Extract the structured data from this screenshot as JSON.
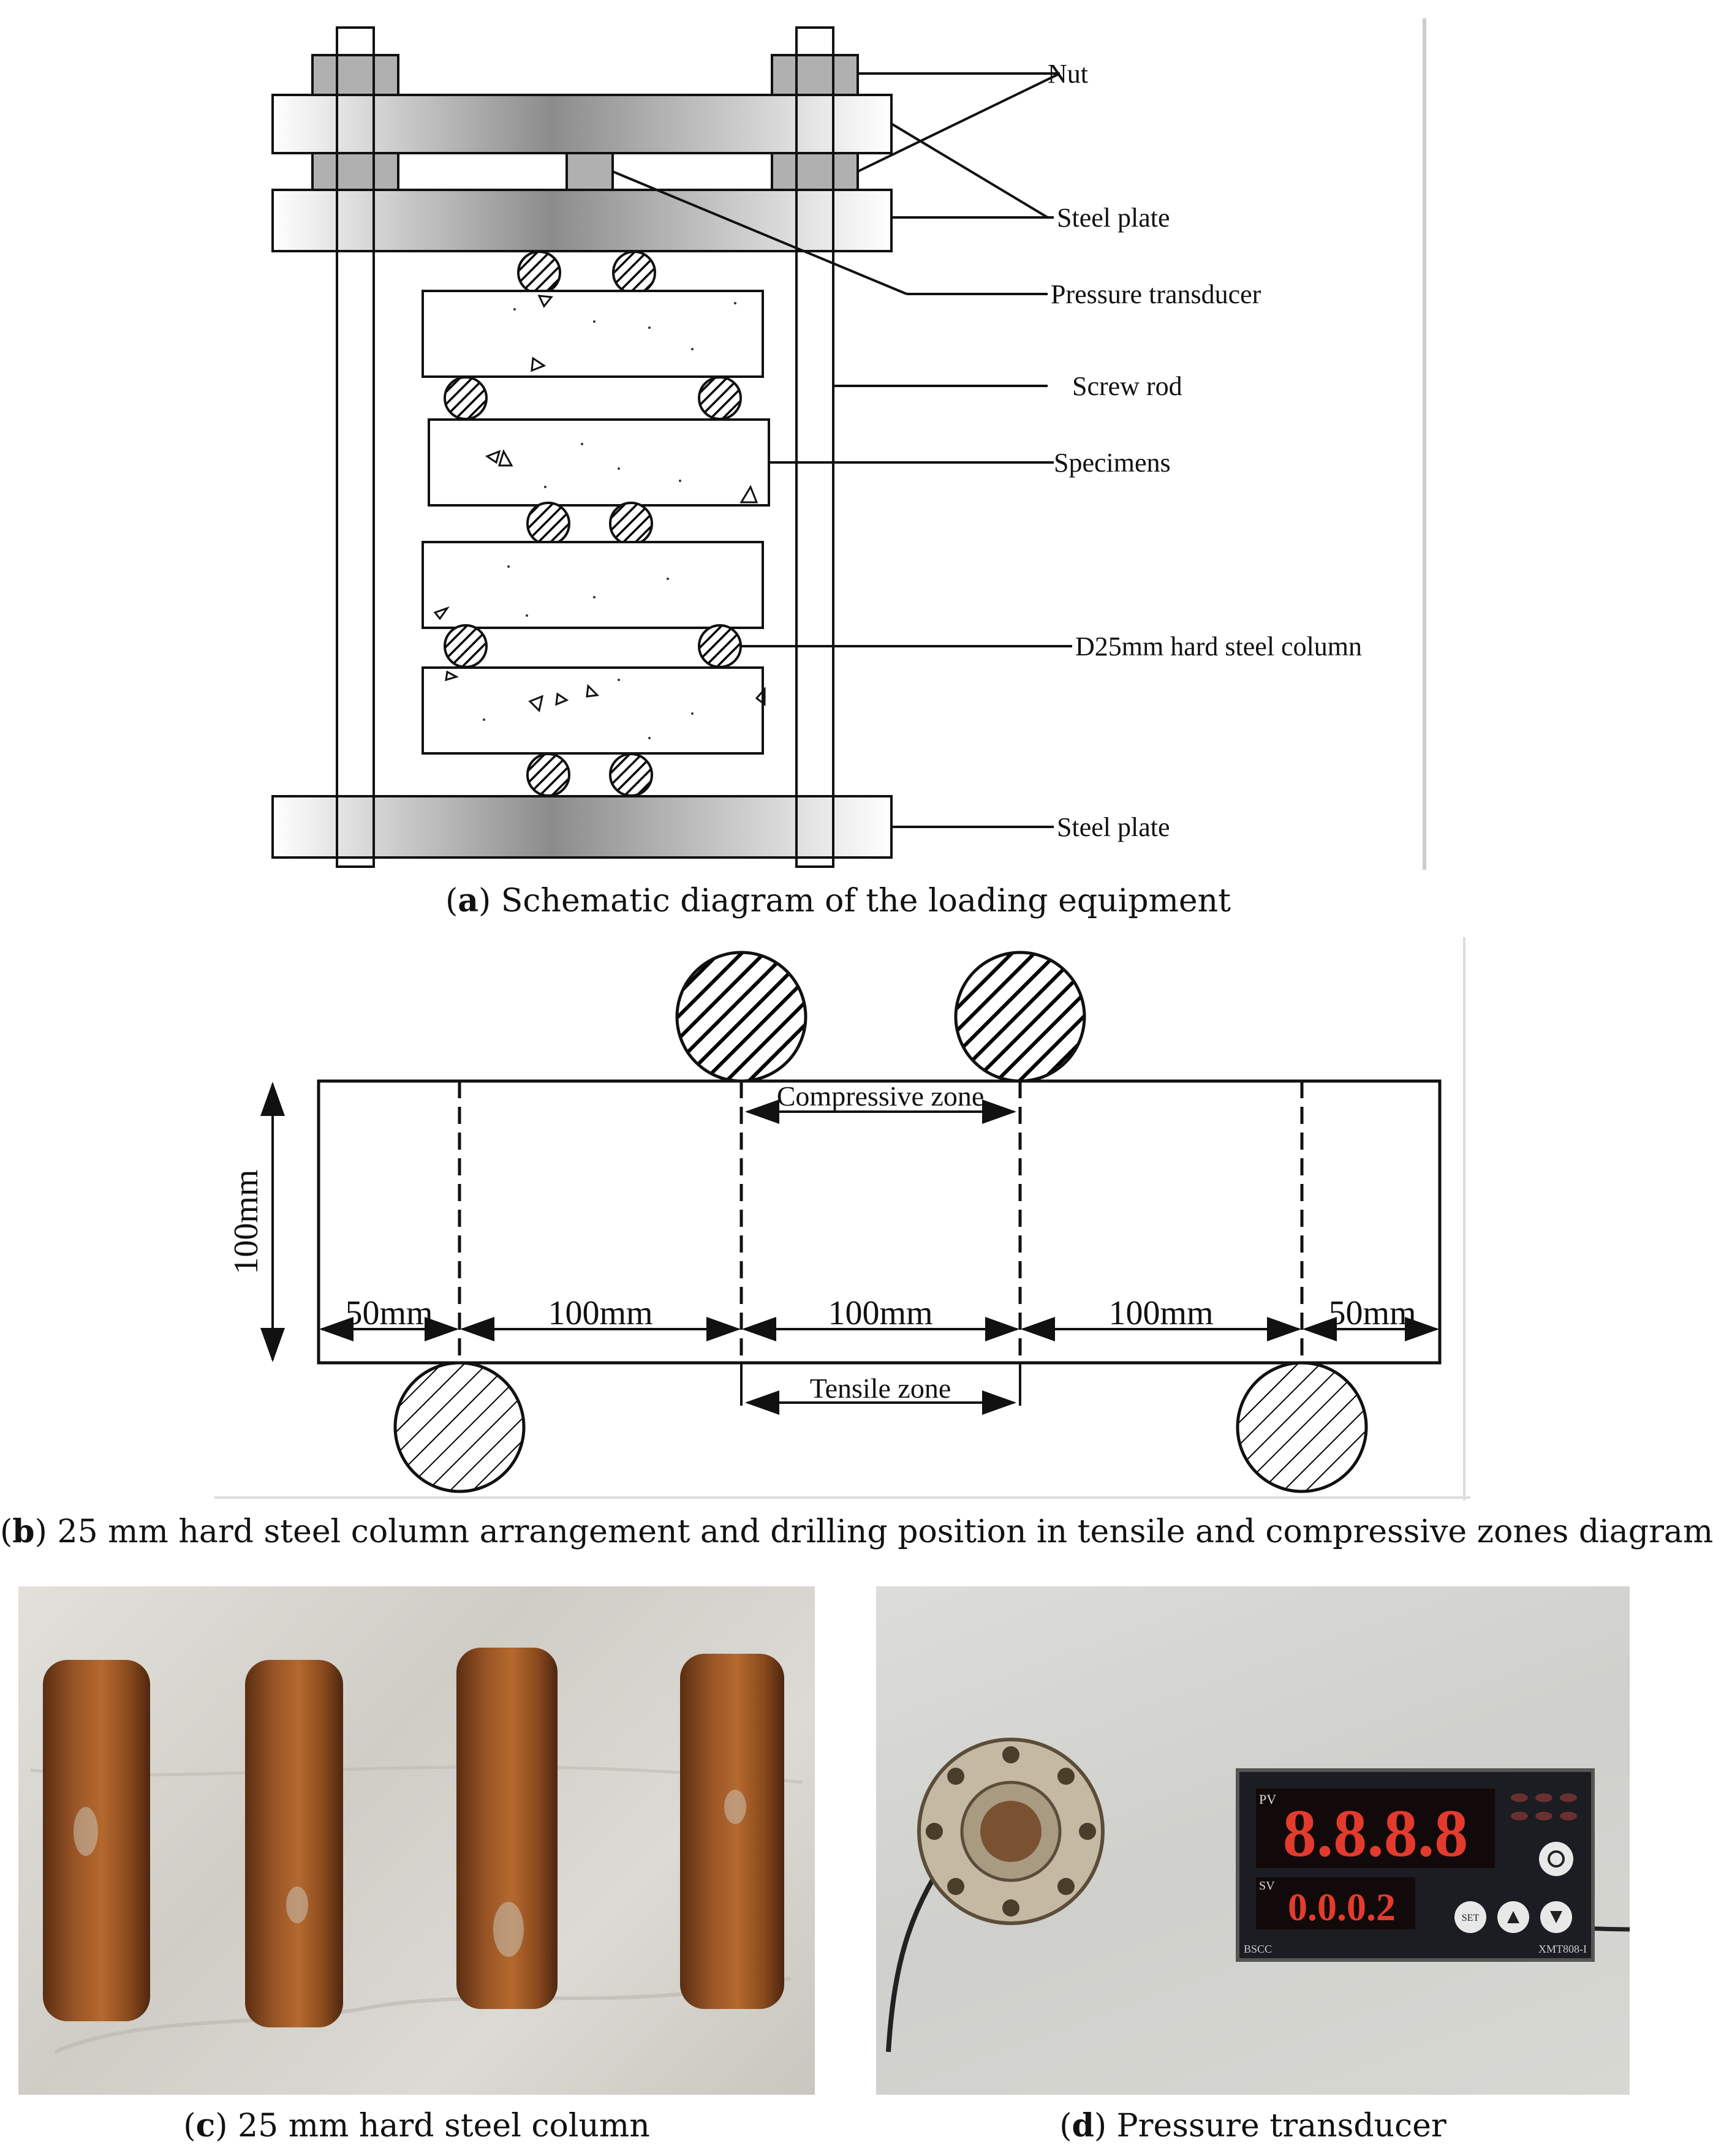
{
  "panel_a": {
    "labels": {
      "nut": "Nut",
      "steel_plate_top": "Steel plate",
      "pressure_transducer": "Pressure transducer",
      "screw_rod": "Screw rod",
      "specimens": "Specimens",
      "steel_column": "D25mm hard steel column",
      "steel_plate_bottom": "Steel plate"
    },
    "caption_letter": "a",
    "caption_text": " Schematic diagram of the loading equipment"
  },
  "panel_b": {
    "height_label": "100mm",
    "dims": [
      "50mm",
      "100mm",
      "100mm",
      "100mm",
      "50mm"
    ],
    "compressive_zone": "Compressive zone",
    "tensile_zone": "Tensile zone",
    "caption_letter": "b",
    "caption_text": " 25 mm hard steel column arrangement and drilling position in tensile and compressive zones diagram"
  },
  "panel_c": {
    "caption_letter": "c",
    "caption_text": " 25 mm hard steel column"
  },
  "panel_d": {
    "display": {
      "pv_label": "PV",
      "sv_label": "SV",
      "pv_value": "8.8.8.8",
      "sv_value": "0.0.0.2",
      "set_label": "SET",
      "brand": "BSCC",
      "model": "XMT808-I"
    },
    "caption_letter": "d",
    "caption_text": " Pressure transducer"
  },
  "colors": {
    "rust": "#8a4a1c",
    "concrete": "#d9d6cf",
    "plate_dark": "#8c8c8c",
    "display_red": "#e23b2e"
  }
}
